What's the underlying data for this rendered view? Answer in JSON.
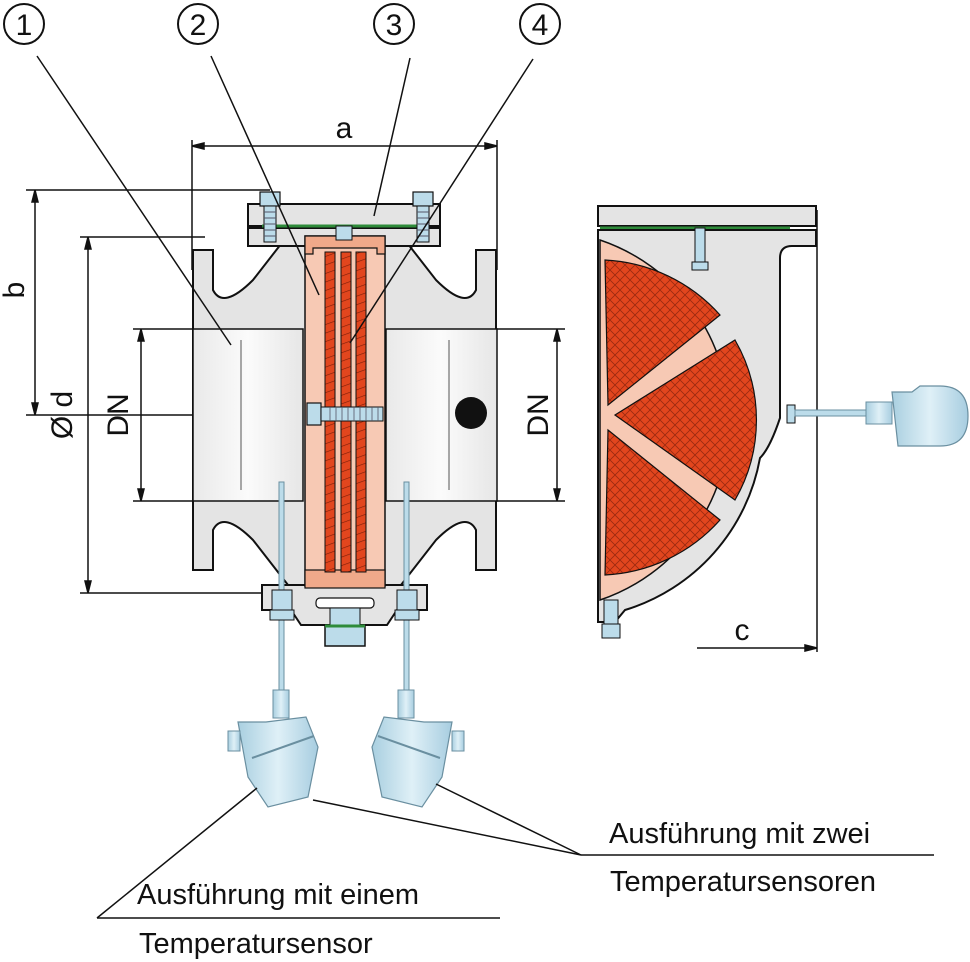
{
  "diagram": {
    "title": "Flame arrester with temperature sensors",
    "callouts": [
      {
        "number": "1",
        "target": "housing"
      },
      {
        "number": "2",
        "target": "arrester-element-cage"
      },
      {
        "number": "3",
        "target": "cover-plate"
      },
      {
        "number": "4",
        "target": "flame-arrester-disc"
      }
    ],
    "dimensions": {
      "a": "a",
      "b": "b",
      "d": "Ø d",
      "dn_left": "DN",
      "dn_right": "DN",
      "c": "c"
    },
    "annotations": {
      "one_sensor_line1": "Ausführung mit einem",
      "one_sensor_line2": "Temperatursensor",
      "two_sensor_line1": "Ausführung mit zwei",
      "two_sensor_line2": "Temperatursensoren"
    },
    "colors": {
      "housing": "#e4e4e4",
      "element_light": "#f7c9b4",
      "element_mid": "#f0a98a",
      "element_dark": "#e2461e",
      "sensor": "#bcdcea",
      "gasket": "#2e8b3a",
      "outline": "#111111"
    }
  }
}
